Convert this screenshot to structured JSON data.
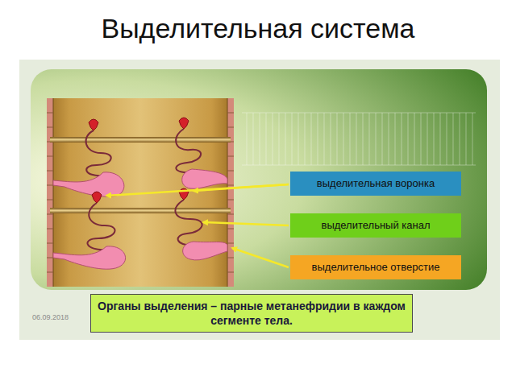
{
  "diagram": {
    "title": "Выделительная система",
    "nodes": [
      {
        "text": [
          "выделительная воронка"
        ]
      },
      {
        "text": [
          "выделительный канал"
        ]
      },
      {
        "text": [
          "выделительное отверстие"
        ]
      },
      {
        "text": [
          "Органы выделения – парные метанефридии в каждом сегменте тела."
        ]
      }
    ],
    "labels": [
      "06.09.2018"
    ]
  }
}
